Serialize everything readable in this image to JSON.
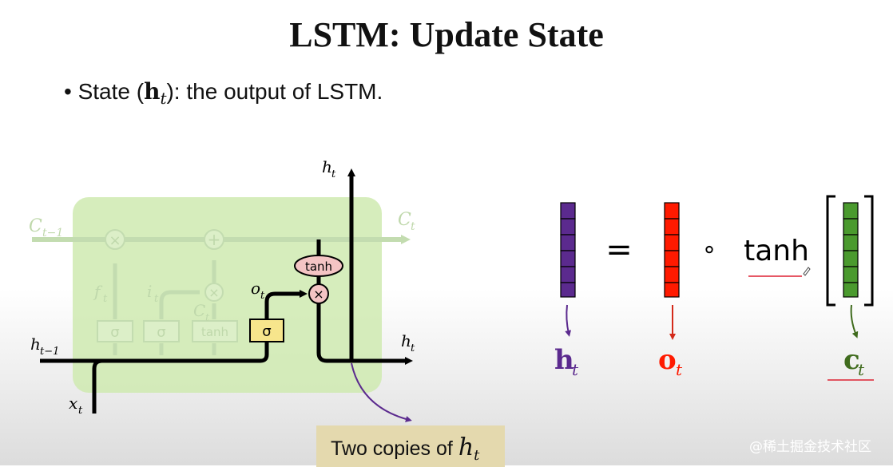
{
  "title": "LSTM: Update State",
  "bullet": {
    "prefix": "• State (",
    "symbol": "h",
    "symbol_sub": "t",
    "suffix": "): the output of LSTM."
  },
  "diagram": {
    "label_c_prev": "C",
    "label_c_prev_sub": "t−1",
    "label_c_next": "C",
    "label_c_next_sub": "t",
    "label_h_prev": "h",
    "label_h_prev_sub": "t−1",
    "label_x": "x",
    "label_x_sub": "t",
    "label_h_top": "h",
    "label_h_top_sub": "t",
    "label_h_right": "h",
    "label_h_right_sub": "t",
    "label_o": "o",
    "label_o_sub": "t",
    "label_f": "f",
    "label_f_sub": "t",
    "label_i": "i",
    "label_i_sub": "t",
    "label_c_tilde": "C",
    "label_c_tilde_sub": "t",
    "gate_sigma": "σ",
    "gate_tanh": "tanh",
    "op_mult": "×",
    "op_add": "+",
    "colors": {
      "cell_bg": "#cfeab0",
      "cell_faded": "#c6ddb5",
      "output_gate": "#f7e58c",
      "tanh_node": "#f4c4c4"
    }
  },
  "equation": {
    "equals": "=",
    "hadamard": "∘",
    "tanh": "tanh",
    "h_label": "h",
    "h_sub": "t",
    "o_label": "o",
    "o_sub": "t",
    "c_label": "c",
    "c_sub": "t",
    "colors": {
      "h": "#5b2a8e",
      "o": "#ff1a00",
      "c": "#4a9a2e",
      "c_label": "#3f6b1d"
    }
  },
  "callout": {
    "text": "Two copies of ",
    "symbol": "h",
    "symbol_sub": "t"
  },
  "watermark": "@稀土掘金技术社区"
}
